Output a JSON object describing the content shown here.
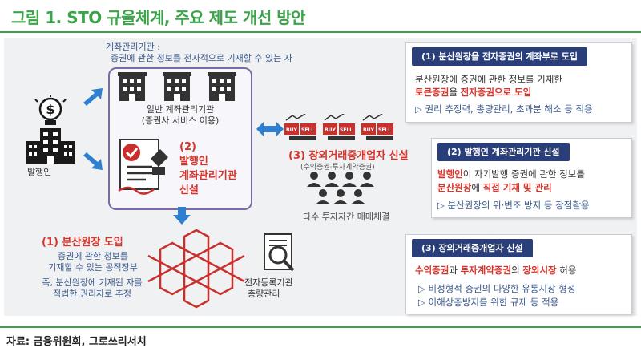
{
  "title": "그림 1. STO 규율체계, 주요 제도 개선 방안",
  "issuer_label": "발행인",
  "ledger": {
    "def_line1": "계좌관리기관 :",
    "def_line2": "증권에 관한 정보를 전자적으로 기재할 수 있는 자",
    "agent_line1": "일반 계좌관리기관",
    "agent_line2": "(증권사 서비스 이용)",
    "issuer_agent_line1": "(2)",
    "issuer_agent_line2": "발행인",
    "issuer_agent_line3": "계좌관리기관",
    "issuer_agent_line4": "신설"
  },
  "otc": {
    "title": "(3) 장외거래중개업자 신설",
    "subtitle": "(수익증권·투자계약증권)",
    "note": "다수 투자자간 매매체결",
    "buy": "BUY",
    "sell": "SELL"
  },
  "distributed_ledger": {
    "title": "(1) 분산원장 도입",
    "desc_line1": "증권에 관한 정보를",
    "desc_line2": "기재할 수 있는 공적장부",
    "desc_line3": "즉, 분산원장에 기재된 자를",
    "desc_line4": "적법한 권리자로 추정"
  },
  "registry": {
    "line1": "전자등록기관",
    "line2": "총량관리"
  },
  "cards": [
    {
      "header": "(1) 분산원장을 전자증권의 계좌부로 도입",
      "line1": "분산원장에 증권에 관한 정보를 기재한",
      "line2_red1": "토큰증권",
      "line2_mid": "을 ",
      "line2_red2": "전자증권으로 도입",
      "line3": "▷ 권리 추정력, 총량관리, 초과분 해소 등 적용"
    },
    {
      "header": "(2) 발행인 계좌관리기관 신설",
      "line1_red": "발행인",
      "line1_rest": "이 자기발행 증권에 관한 정보를",
      "line2_red1": "분산원장",
      "line2_mid": "에 ",
      "line2_red2": "직접 기재 및 관리",
      "line3": "▷ 분산원장의 위·변조 방지 등 장점활용"
    },
    {
      "header": "(3) 장외거래중개업자 신설",
      "line1_red1": "수익증권",
      "line1_mid1": "과 ",
      "line1_red2": "투자계약증권",
      "line1_mid2": "의 ",
      "line1_red3": "장외시장",
      "line1_rest": " 허용",
      "line2": "▷ 비정형적 증권의 다양한 유통시장 형성",
      "line3": "▷ 이해상충방지를 위한 규제 등 적용"
    }
  ],
  "source": "자료: 금융위원회, 그로쓰리서치",
  "colors": {
    "green": "#3ba34a",
    "navy": "#2a3f7a",
    "red": "#d9342b",
    "blue_arrow": "#2f7fd1",
    "purple_border": "#7b6aa8"
  }
}
